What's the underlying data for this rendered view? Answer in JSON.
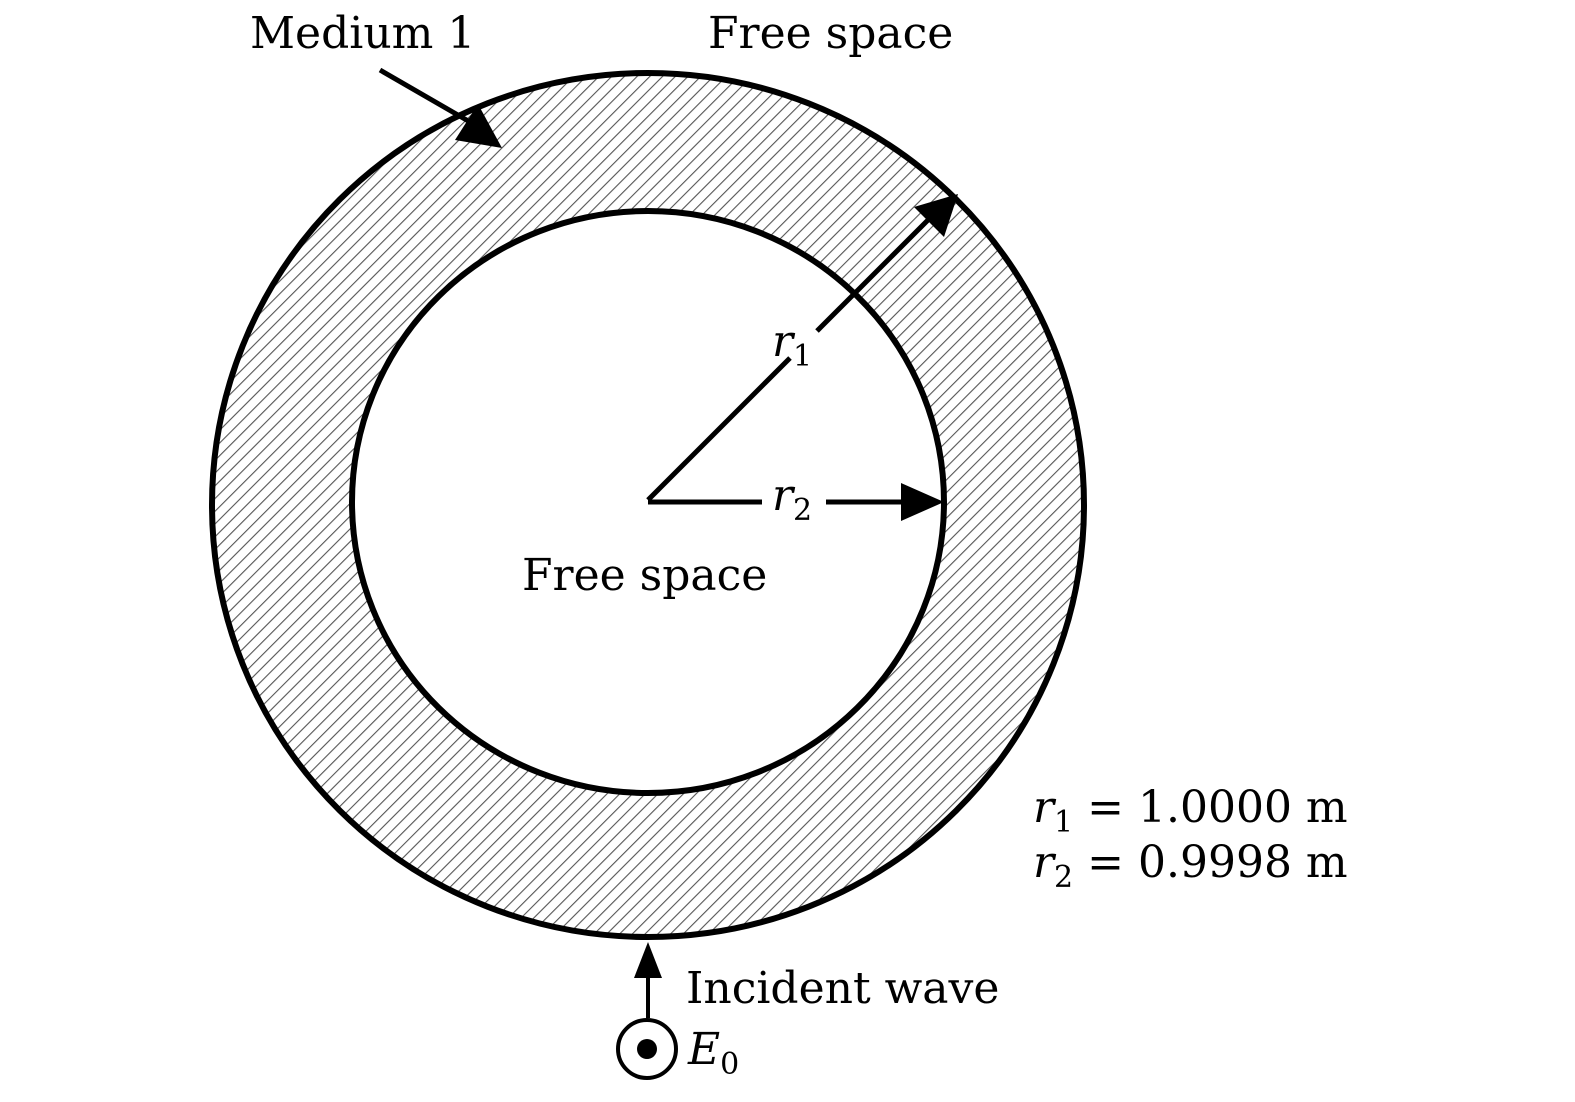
{
  "labels": {
    "medium": "Medium 1",
    "free_space_outer": "Free space",
    "free_space_inner": "Free space",
    "incident_wave": "Incident wave"
  },
  "symbols": {
    "r1_var": "r",
    "r1_sub": "1",
    "r2_var": "r",
    "r2_sub": "2",
    "e0_var": "E",
    "e0_sub": "0"
  },
  "parameters": {
    "r1_eq_var": "r",
    "r1_eq_sub": "1",
    "r1_value": " = 1.0000 m",
    "r2_eq_var": "r",
    "r2_eq_sub": "2",
    "r2_value": " = 0.9998 m"
  },
  "colors": {
    "stroke": "#000000",
    "hatch": "#555555",
    "background": "#ffffff"
  }
}
